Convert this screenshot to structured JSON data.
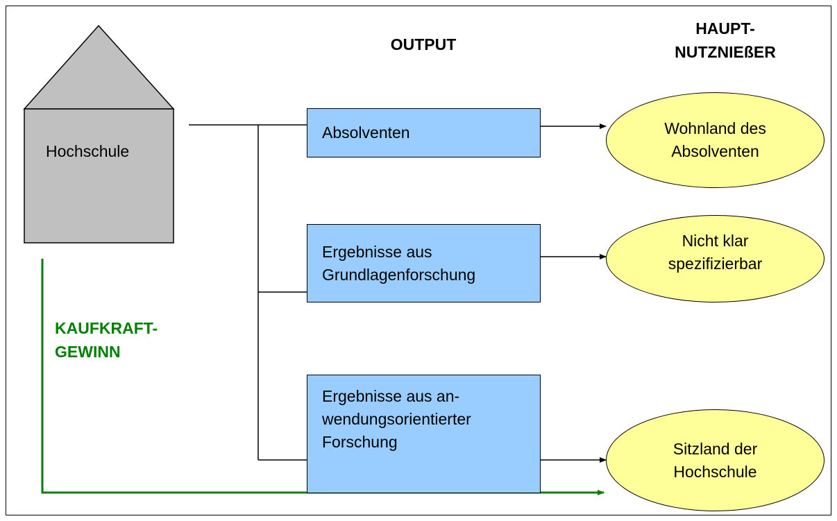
{
  "headers": {
    "output": "OUTPUT",
    "beneficiary_line1": "HAUPT-",
    "beneficiary_line2": "NUTZNIEßER"
  },
  "institution": {
    "label": "Hochschule",
    "fill_color": "#c0c0c0"
  },
  "outputs": [
    {
      "lines": [
        "Absolventen"
      ]
    },
    {
      "lines": [
        "Ergebnisse aus",
        "Grundlagenforschung"
      ]
    },
    {
      "lines": [
        "Ergebnisse aus an-",
        "wendungsorientierter",
        "Forschung"
      ]
    }
  ],
  "beneficiaries": [
    {
      "lines": [
        "Wohnland des",
        "Absolventen"
      ]
    },
    {
      "lines": [
        "Nicht klar",
        "spezifizierbar"
      ]
    },
    {
      "lines": [
        "Sitzland der",
        "Hochschule"
      ]
    }
  ],
  "purchasing_power": {
    "line1": "KAUFKRAFT-",
    "line2": "GEWINN",
    "color": "#008000"
  },
  "colors": {
    "output_box": "#99ccff",
    "beneficiary_ellipse": "#ffff99"
  }
}
